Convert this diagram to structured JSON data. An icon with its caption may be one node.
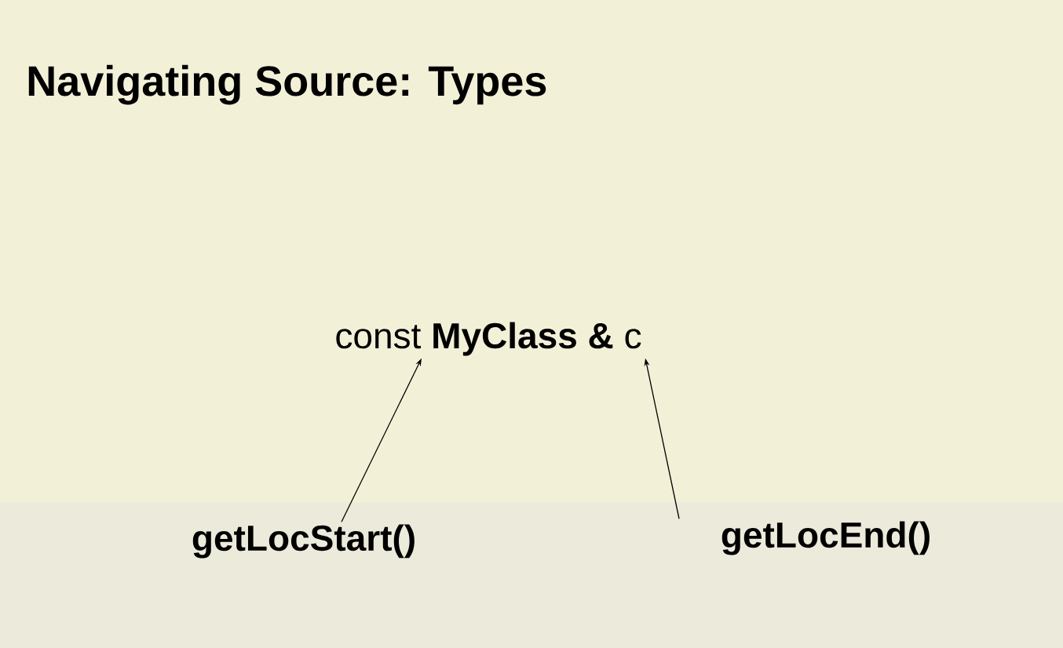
{
  "diagram": {
    "title": "Navigating Source: Types",
    "nodes": [
      {
        "text": [
          "const **MyClass &** c"
        ]
      },
      {
        "text": [
          "getLocStart()"
        ]
      },
      {
        "text": [
          "getLocEnd()"
        ]
      }
    ],
    "edges": [
      {
        "from": 1,
        "to": 0,
        "arrow": "to"
      },
      {
        "from": 2,
        "to": 0,
        "arrow": "to"
      }
    ]
  }
}
